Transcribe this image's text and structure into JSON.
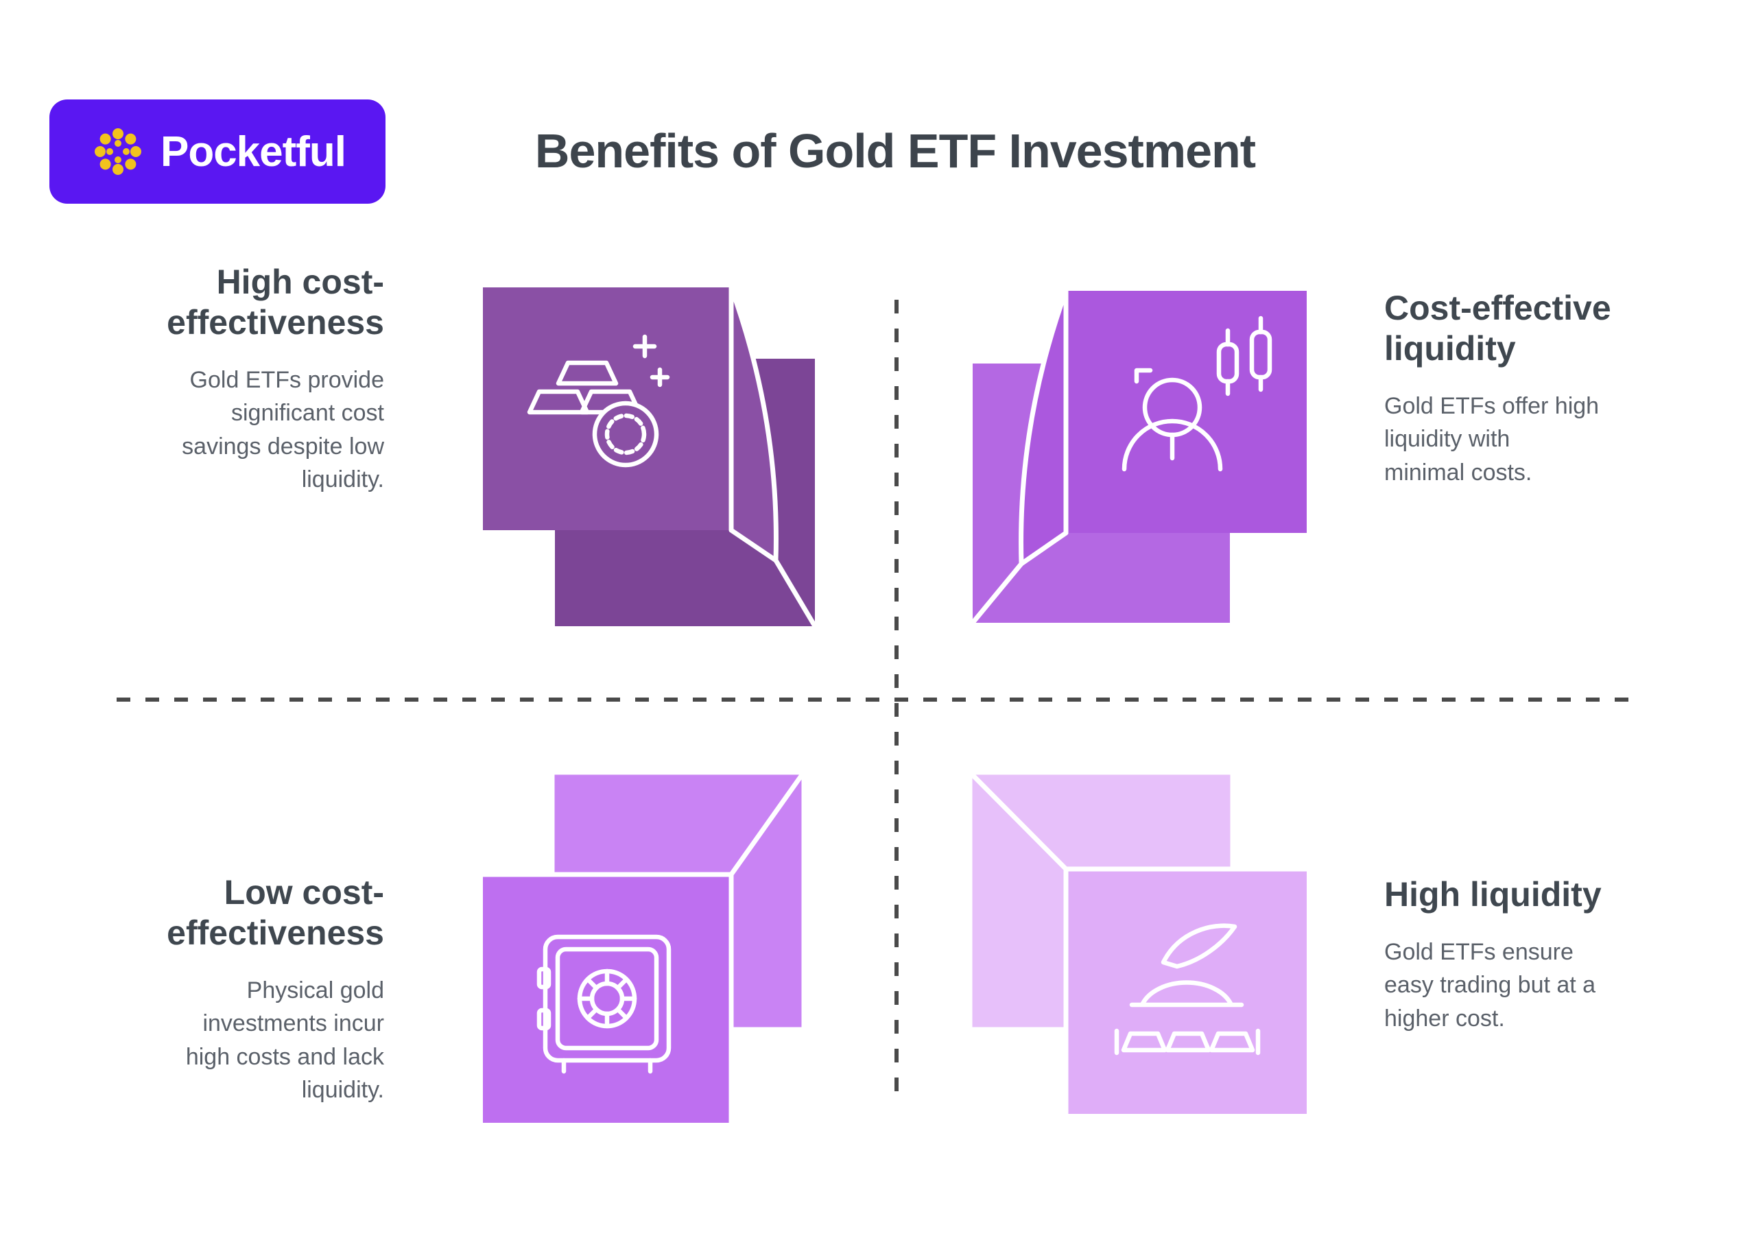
{
  "page": {
    "title": "Benefits of Gold ETF Investment"
  },
  "logo": {
    "text": "Pocketful",
    "bg": "#5A17F2",
    "text_color": "#FFFFFF",
    "burst_color": "#F2C31D"
  },
  "colors": {
    "background": "#FFFFFF",
    "title_text": "#3D444C",
    "heading_text": "#3F474F",
    "body_text": "#5A6069",
    "divider": "#4A4A4A",
    "cube_outline": "#FFFFFF"
  },
  "quadrants": [
    {
      "heading": "High cost-\neffectiveness",
      "body": "Gold ETFs provide\nsignificant cost\nsavings despite low\nliquidity.",
      "icon": "gold-bars-coin-icon",
      "cube": {
        "main": "#8A50A5",
        "offset": "#7C4596"
      }
    },
    {
      "heading": "Cost-effective\nliquidity",
      "body": "Gold ETFs offer high\nliquidity with\nminimal costs.",
      "icon": "trader-candlesticks-icon",
      "cube": {
        "main": "#AB58DE",
        "offset": "#B468E3"
      }
    },
    {
      "heading": "Low cost-\neffectiveness",
      "body": "Physical gold\ninvestments incur\nhigh costs and lack\nliquidity.",
      "icon": "vault-icon",
      "cube": {
        "main": "#BE6FF0",
        "offset": "#C983F4"
      }
    },
    {
      "heading": "High liquidity",
      "body": "Gold ETFs ensure\neasy trading but at a\nhigher cost.",
      "icon": "gold-pile-scoop-icon",
      "cube": {
        "main": "#DFADF8",
        "offset": "#E7C0FA"
      }
    }
  ]
}
